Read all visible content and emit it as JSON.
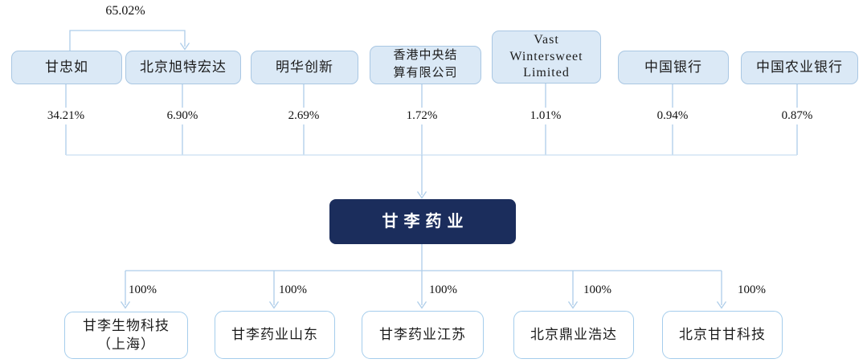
{
  "figure": {
    "transfer_label": "65.02%",
    "shareholders": [
      {
        "name": "甘忠如",
        "percent": "34.21%"
      },
      {
        "name": "北京旭特宏达",
        "percent": "6.90%"
      },
      {
        "name": "明华创新",
        "percent": "2.69%"
      },
      {
        "name": "香港中央结\n算有限公司",
        "percent": "1.72%"
      },
      {
        "name": "Vast\nWintersweet\nLimited",
        "percent": "1.01%"
      },
      {
        "name": "中国银行",
        "percent": "0.94%"
      },
      {
        "name": "中国农业银行",
        "percent": "0.87%"
      }
    ],
    "company": "甘李药业",
    "subsidiaries": [
      {
        "name": "甘李生物科技\n（上海）",
        "percent": "100%"
      },
      {
        "name": "甘李药业山东",
        "percent": "100%"
      },
      {
        "name": "甘李药业江苏",
        "percent": "100%"
      },
      {
        "name": "北京鼎业浩达",
        "percent": "100%"
      },
      {
        "name": "北京甘甘科技",
        "percent": "100%"
      }
    ],
    "colors": {
      "shareholder_fill": "#dbe9f6",
      "shareholder_border": "#a9c7e3",
      "subsidiary_fill": "#ffffff",
      "subsidiary_border": "#a5cdec",
      "company_fill": "#1b2d5c",
      "company_text": "#ffffff",
      "connector": "#aecde9"
    }
  }
}
